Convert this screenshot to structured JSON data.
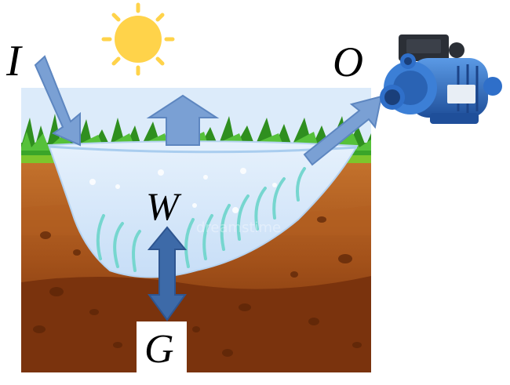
{
  "labels": {
    "inflow": "I",
    "outflow": "O",
    "water_storage": "W",
    "groundwater": "G"
  },
  "icons": [
    "sun-icon",
    "water-pump-icon",
    "evaporation-arrow-icon",
    "inflow-arrow-icon",
    "outflow-arrow-icon",
    "exchange-arrow-icon"
  ],
  "colors": {
    "sky": "#dcebfa",
    "water": "#d6e9fb",
    "arrow": "#7aa0d4",
    "arrow_dark": "#3d6aa8",
    "grass": "#3aa529",
    "topsoil": "#c4692a",
    "midsoil": "#9a4514",
    "subsoil": "#6e2c0a",
    "sun": "#ffd34a",
    "pump": "#2f6fc9"
  }
}
